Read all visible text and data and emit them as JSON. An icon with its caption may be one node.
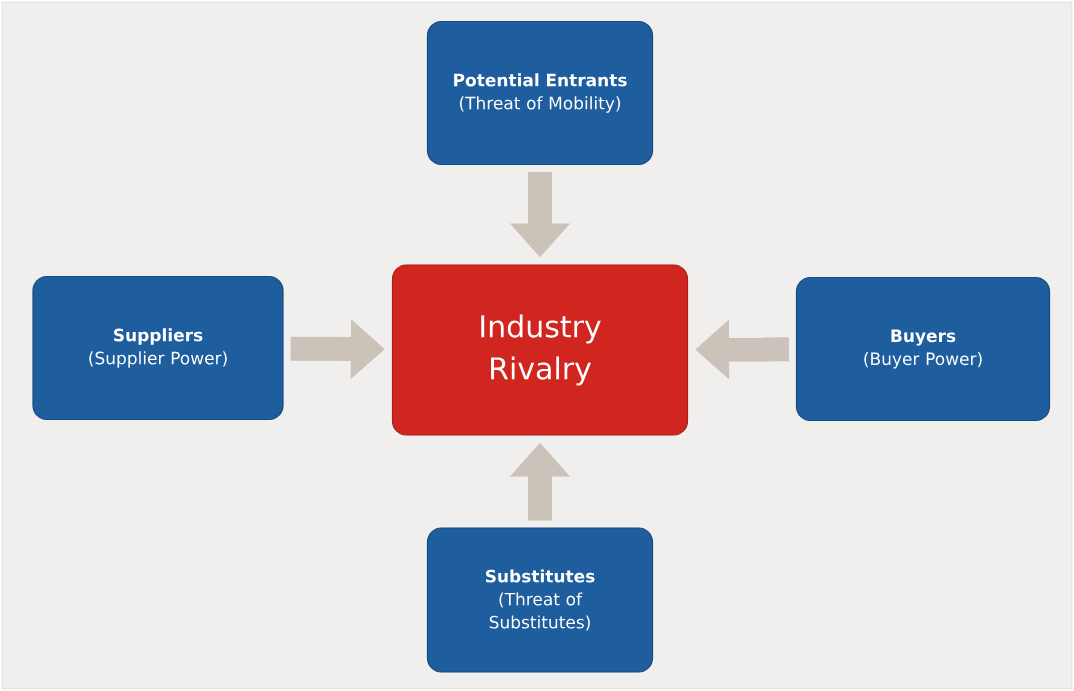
{
  "diagram": {
    "nodes": [
      {
        "text": [
          "Potential Entrants",
          "(Threat of Mobility)"
        ]
      },
      {
        "text": [
          "Suppliers",
          "(Supplier Power)"
        ]
      },
      {
        "text": [
          "Industry Rivalry"
        ]
      },
      {
        "text": [
          "Buyers",
          "(Buyer Power)"
        ]
      },
      {
        "text": [
          "Substitutes",
          "(Threat of Substitutes)"
        ]
      }
    ],
    "edges": [
      {
        "from": 0,
        "to": 2,
        "arrow": "to"
      },
      {
        "from": 1,
        "to": 2,
        "arrow": "to"
      },
      {
        "from": 3,
        "to": 2,
        "arrow": "to"
      },
      {
        "from": 4,
        "to": 2,
        "arrow": "to"
      }
    ]
  }
}
